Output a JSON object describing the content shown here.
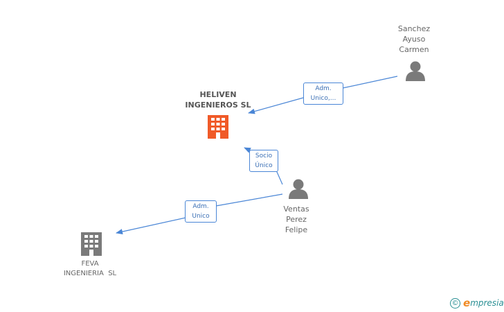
{
  "nodes": {
    "heliven": {
      "line1": "HELIVEN",
      "line2": "INGENIEROS SL",
      "type": "company",
      "color": "#f05a28"
    },
    "feva": {
      "line1": "FEVA",
      "line2": "INGENIERIA  SL",
      "type": "company",
      "color": "#7a7a7a"
    },
    "sanchez": {
      "line1": "Sanchez",
      "line2": "Ayuso",
      "line3": "Carmen",
      "type": "person"
    },
    "ventas": {
      "line1": "Ventas",
      "line2": "Perez",
      "line3": "Felipe",
      "type": "person"
    }
  },
  "edges": {
    "sanchez_heliven": {
      "line1": "Adm.",
      "line2": "Unico,..."
    },
    "ventas_heliven": {
      "line1": "Socio",
      "line2": "Único"
    },
    "ventas_feva": {
      "line1": "Adm.",
      "line2": "Unico"
    }
  },
  "colors": {
    "edge": "#4a86d6",
    "person": "#7a7a7a"
  },
  "brand": {
    "copyright": "©",
    "first_letter": "e",
    "name": "mpresia"
  }
}
